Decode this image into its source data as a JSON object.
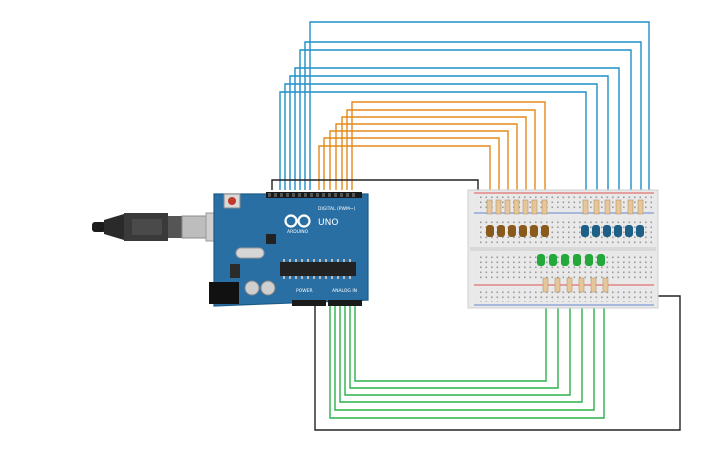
{
  "board": {
    "name": "Arduino Uno",
    "logo_text": "UNO",
    "brand_text": "ARDUINO",
    "digital_header_label": "DIGITAL (PWM~)",
    "power_label": "POWER",
    "analog_label": "ANALOG IN",
    "colors": {
      "pcb": "#2a6fa3",
      "pcb_edge": "#1c5a88",
      "header": "#1a1a1a",
      "chip": "#222222"
    }
  },
  "breadboard": {
    "colors": {
      "body": "#e9e9e9",
      "hole": "#9a9a9a",
      "rail_red": "#d22",
      "rail_blue": "#3467c4"
    }
  },
  "leds": {
    "brown_count": 6,
    "blue_count": 6,
    "green_count": 6,
    "colors": {
      "brown": "#8a5a1c",
      "blue": "#1d5f86",
      "green": "#22a93a"
    }
  },
  "wires": {
    "colors": {
      "blue": "#1f8fc7",
      "orange": "#e38a1c",
      "green": "#2bb04a",
      "black": "#222222"
    }
  },
  "icons": [
    "usb-cable-icon",
    "reset-button-icon",
    "arduino-infinity-logo-icon"
  ]
}
